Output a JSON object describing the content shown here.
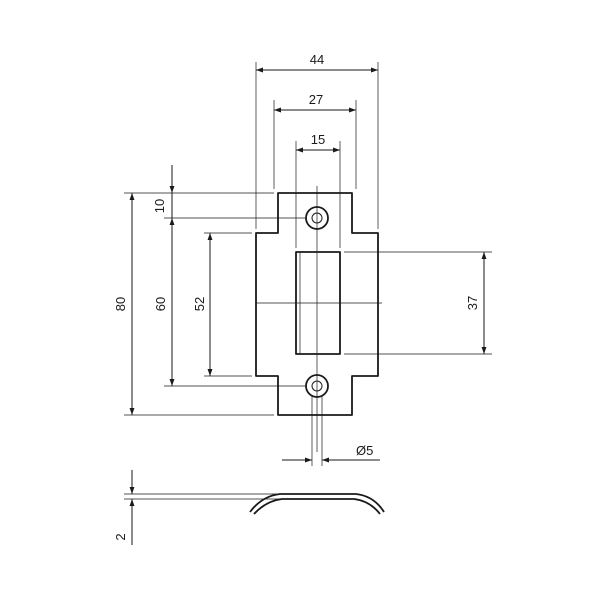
{
  "drawing": {
    "dimensions": {
      "total_width": "44",
      "outer_tab_width": "27",
      "slot_width": "15",
      "top_offset": "10",
      "total_height": "80",
      "screw_spacing": "60",
      "tab_height": "52",
      "slot_height": "37",
      "hole_diameter": "Ø5",
      "thickness": "2"
    }
  }
}
